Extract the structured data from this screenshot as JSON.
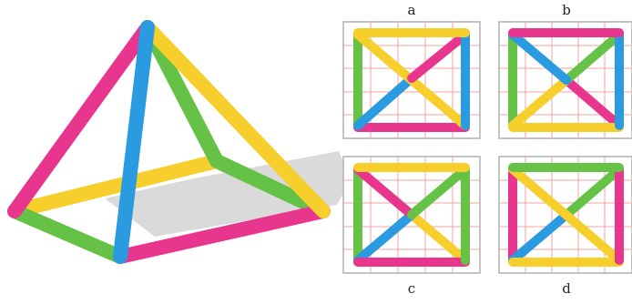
{
  "colors": {
    "pink": "#e8358e",
    "blue": "#2a9be0",
    "green": "#66c247",
    "yellow": "#f6cf2c",
    "shadow": "#d3d3d3",
    "grid_line": "#f1a3a3",
    "grid_border": "#b0b0b0"
  },
  "pyramid": {
    "edges": [
      {
        "name": "apex-left",
        "color": "pink"
      },
      {
        "name": "apex-front",
        "color": "blue"
      },
      {
        "name": "apex-back",
        "color": "green"
      },
      {
        "name": "apex-right",
        "color": "yellow"
      },
      {
        "name": "base-left-back",
        "color": "yellow"
      },
      {
        "name": "base-back-right",
        "color": "green"
      },
      {
        "name": "base-left-front",
        "color": "green"
      },
      {
        "name": "base-front-right",
        "color": "pink"
      }
    ]
  },
  "options": [
    {
      "label": "a",
      "edges": {
        "top": "yellow",
        "right": "blue",
        "bottom": "pink",
        "left": "green",
        "diag_tl_br": "yellow",
        "diag_tr_bl_upper": "pink",
        "diag_tr_bl_lower": "blue"
      }
    },
    {
      "label": "b",
      "edges": {
        "top": "pink",
        "right": "blue",
        "bottom": "yellow",
        "left": "green",
        "diag_tl_br_upper": "blue",
        "diag_tl_br_lower": "pink",
        "diag_tr_bl_upper": "green",
        "diag_tr_bl_lower": "yellow"
      }
    },
    {
      "label": "c",
      "edges": {
        "top": "yellow",
        "right": "green",
        "bottom": "pink",
        "left": "green",
        "diag_tl_br_upper": "pink",
        "diag_tl_br_lower": "yellow",
        "diag_tr_bl": "green",
        "diag_tr_bl_lower": "blue"
      }
    },
    {
      "label": "d",
      "edges": {
        "top": "green",
        "right": "pink",
        "bottom": "yellow",
        "left": "pink",
        "diag_tl_br": "yellow",
        "diag_tr_bl_upper": "green",
        "diag_tr_bl_lower": "blue"
      }
    }
  ]
}
